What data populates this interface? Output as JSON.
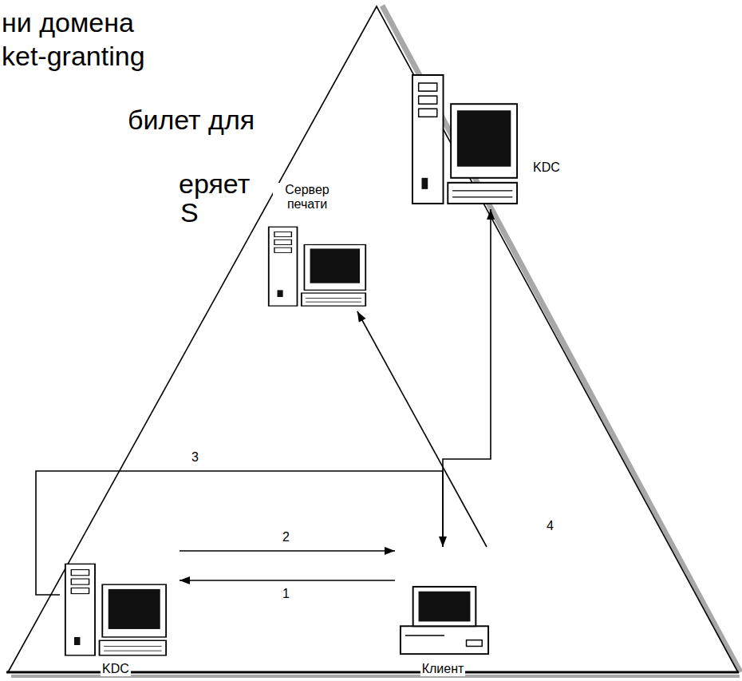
{
  "diagram": {
    "nodes": [
      {
        "text": [
          "KDC"
        ]
      },
      {
        "text": [
          "Сервер печати"
        ]
      },
      {
        "text": [
          "KDC"
        ]
      },
      {
        "text": [
          "Клиент"
        ]
      }
    ],
    "edges": [
      {
        "from": 3,
        "to": 2,
        "arrow": "to",
        "label": "1"
      },
      {
        "from": 2,
        "to": 3,
        "arrow": "to",
        "label": "2"
      },
      {
        "from": 2,
        "to": 3,
        "arrow": "to",
        "label": "3"
      },
      {
        "from": 3,
        "to": 0,
        "arrow": "to"
      },
      {
        "from": 3,
        "to": 1,
        "arrow": "to",
        "label": "4"
      }
    ],
    "labels": [
      "ни домена",
      "ket-granting",
      "билет для",
      "еряет",
      "S"
    ]
  }
}
